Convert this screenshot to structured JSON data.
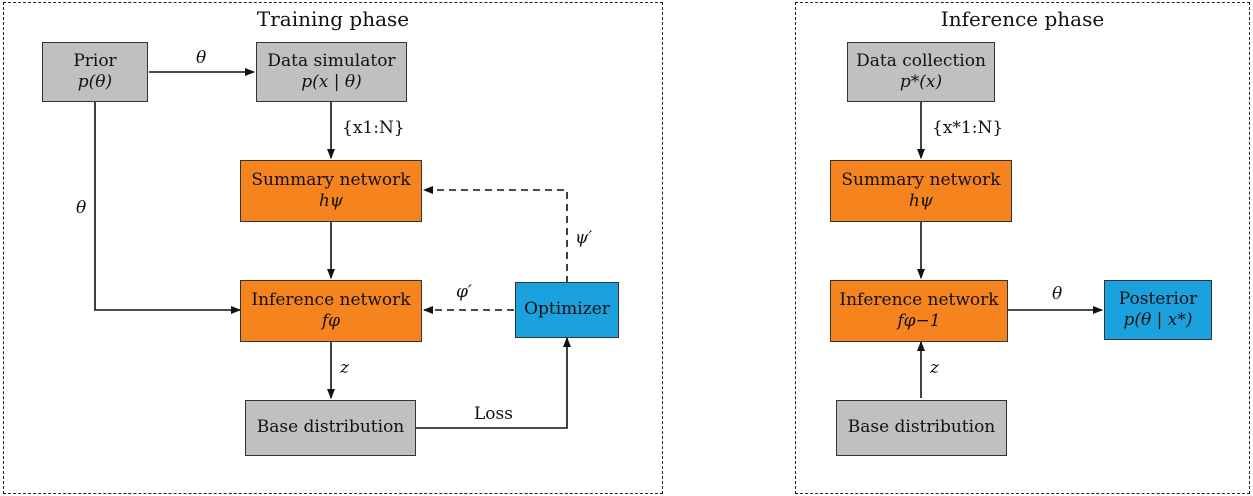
{
  "training": {
    "title": "Training phase",
    "prior": {
      "line1": "Prior",
      "line2": "p(θ)"
    },
    "simulator": {
      "line1": "Data simulator",
      "line2": "p(x | θ)"
    },
    "summary": {
      "line1": "Summary network",
      "line2": "hψ"
    },
    "inference": {
      "line1": "Inference network",
      "line2": "fφ"
    },
    "optimizer": {
      "line1": "Optimizer"
    },
    "base": {
      "line1": "Base distribution"
    },
    "labels": {
      "theta_top": "θ",
      "theta_left": "θ",
      "x_set": "{x1:N}",
      "psi_prime": "ψ′",
      "phi_prime": "φ′",
      "z": "z",
      "loss": "Loss"
    }
  },
  "inference_phase": {
    "title": "Inference phase",
    "collection": {
      "line1": "Data collection",
      "line2": "p*(x)"
    },
    "summary": {
      "line1": "Summary network",
      "line2": "hψ"
    },
    "inference": {
      "line1": "Inference network",
      "line2": "fφ−1"
    },
    "posterior": {
      "line1": "Posterior",
      "line2": "p(θ | x*)"
    },
    "base": {
      "line1": "Base distribution"
    },
    "labels": {
      "x_star_set": "{x*1:N}",
      "theta": "θ",
      "z": "z"
    }
  },
  "colors": {
    "gray": "#c0c0c0",
    "orange": "#f5841f",
    "blue": "#1ba1dd"
  }
}
